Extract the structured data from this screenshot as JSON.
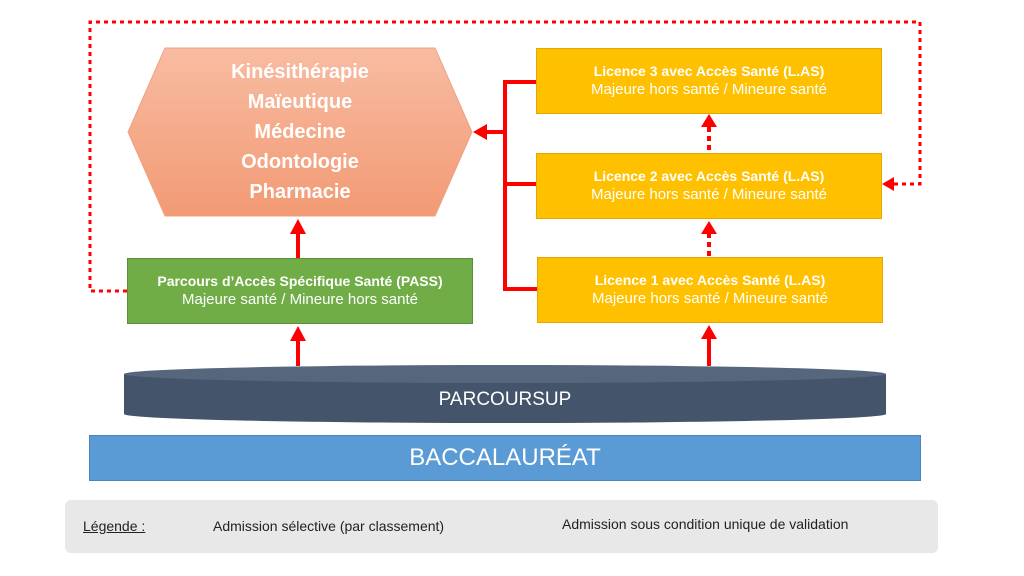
{
  "target_specialties": [
    "Kinésithérapie",
    "Maïeutique",
    "Médecine",
    "Odontologie",
    "Pharmacie"
  ],
  "pass": {
    "title": "Parcours d’Accès Spécifique Santé (PASS)",
    "subtitle": "Majeure santé / Mineure hors santé"
  },
  "licences": [
    {
      "title": "Licence 3 avec Accès Santé (L.AS)",
      "subtitle": "Majeure hors santé / Mineure santé"
    },
    {
      "title": "Licence 2 avec Accès Santé (L.AS)",
      "subtitle": "Majeure hors santé / Mineure santé"
    },
    {
      "title": "Licence 1 avec Accès Santé (L.AS)",
      "subtitle": "Majeure hors santé / Mineure santé"
    }
  ],
  "parcoursup": "PARCOURSUP",
  "baccalaureat": "BACCALAURÉAT",
  "legend": {
    "title": "Légende :",
    "selective": "Admission sélective (par classement)",
    "conditional": "Admission sous condition unique de validation"
  },
  "colors": {
    "arrow": "#ff0000",
    "licence": "#ffc000",
    "pass": "#70ad47",
    "hexagon_top": "#f8b99c",
    "hexagon_bottom": "#f4a07c",
    "parcoursup": "#44546a",
    "baccalaureat": "#5b9bd5"
  }
}
